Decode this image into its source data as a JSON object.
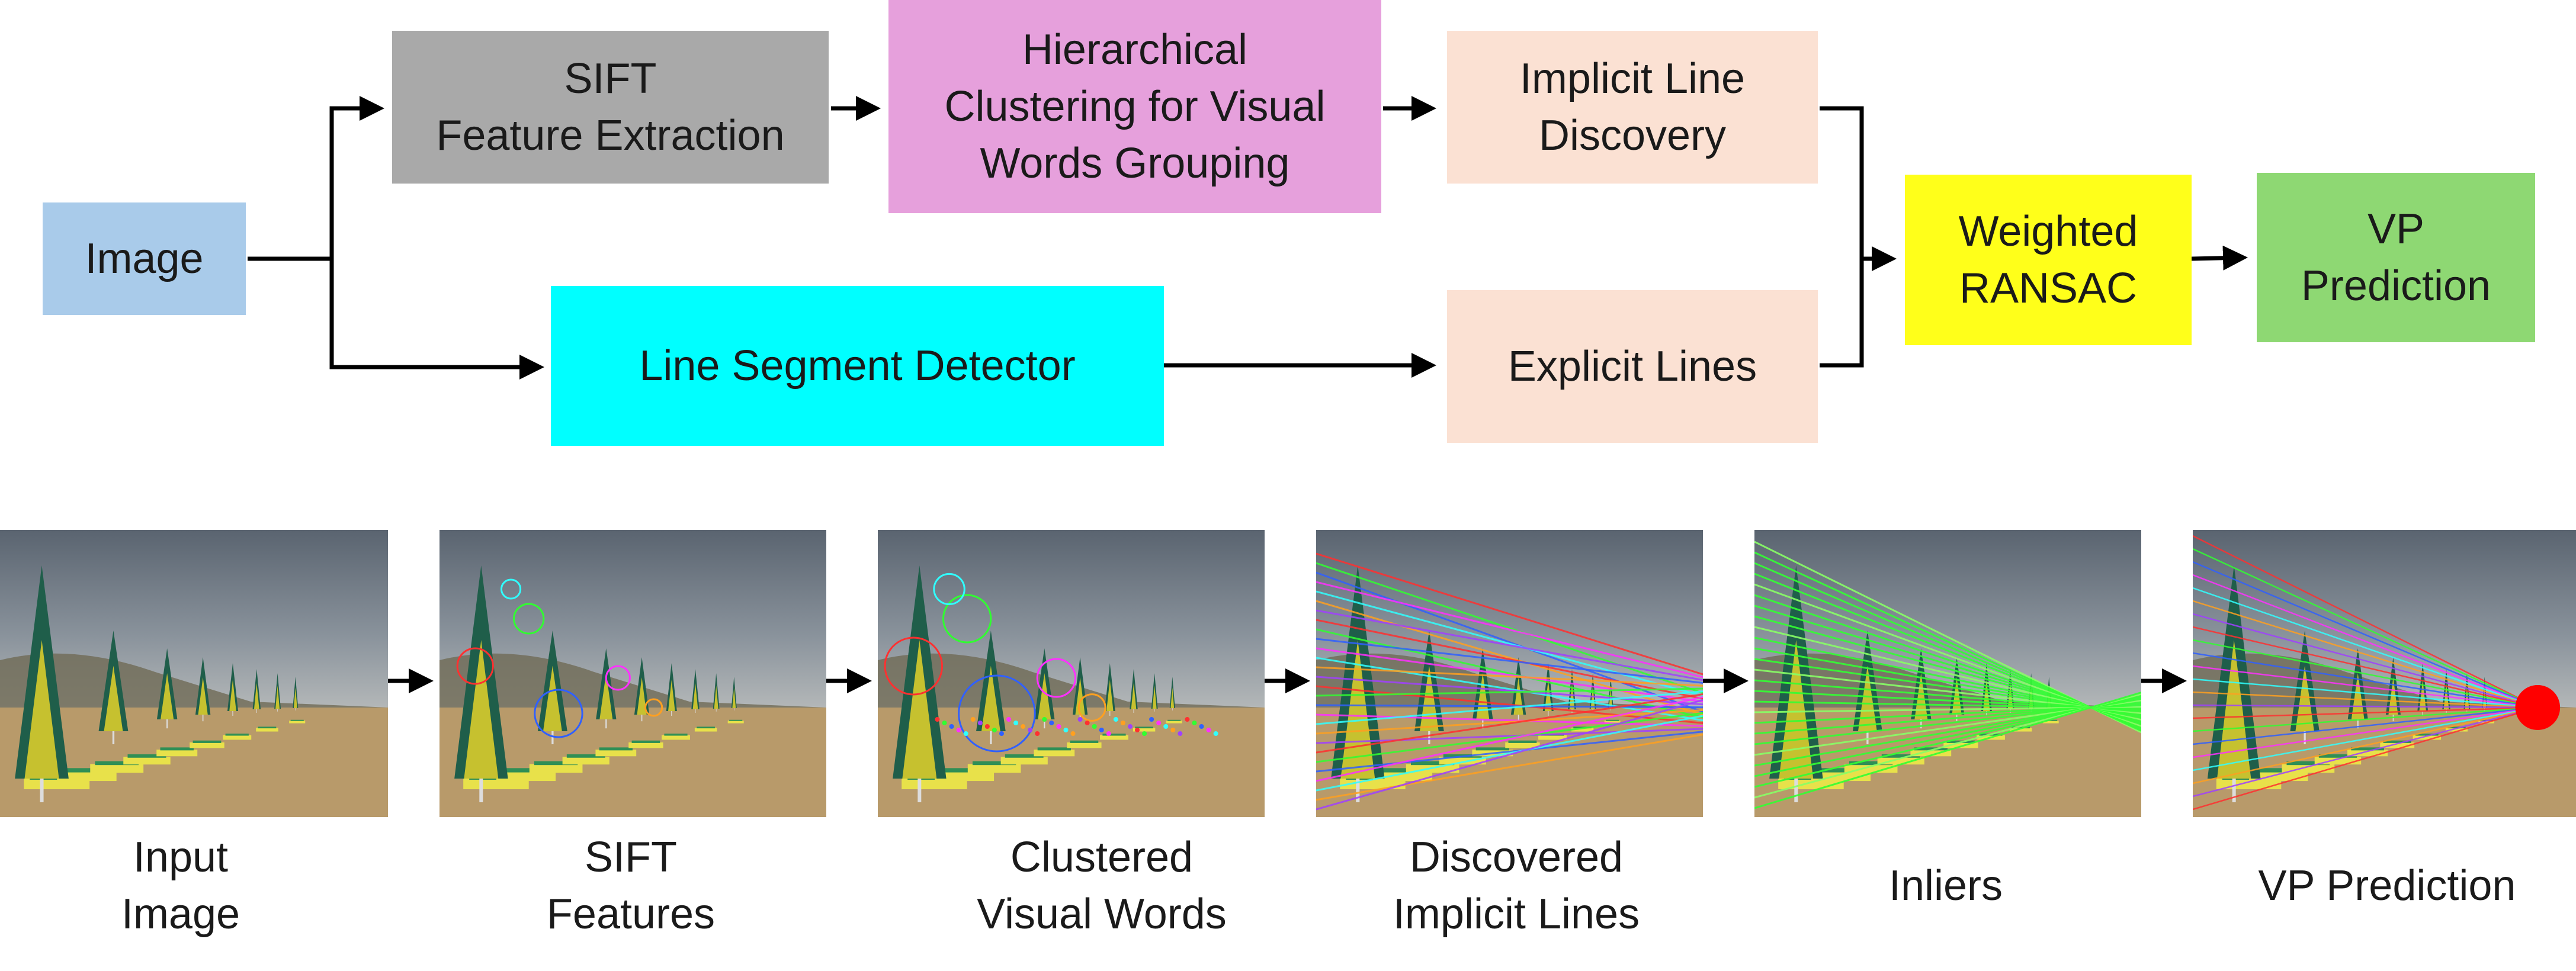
{
  "flowchart": {
    "nodes": {
      "image": {
        "label": "Image",
        "color": "#a9cbea"
      },
      "sift": {
        "label": "SIFT\nFeature Extraction",
        "color": "#a9a9a9"
      },
      "clustering": {
        "label": "Hierarchical\nClustering for Visual\nWords Grouping",
        "color": "#e6a0dc"
      },
      "implicit": {
        "label": "Implicit Line\nDiscovery",
        "color": "#fbe1d3"
      },
      "lsd": {
        "label": "Line Segment Detector",
        "color": "#00ffff"
      },
      "explicit": {
        "label": "Explicit Lines",
        "color": "#fbe1d3"
      },
      "ransac": {
        "label": "Weighted\nRANSAC",
        "color": "#ffff1a"
      },
      "vp": {
        "label": "VP\nPrediction",
        "color": "#8ed873"
      }
    }
  },
  "pipeline": {
    "captions": [
      "Input\nImage",
      "SIFT\nFeatures",
      "Clustered\nVisual Words",
      "Discovered\nImplicit Lines",
      "Inliers",
      "VP Prediction"
    ],
    "vp_marker_color": "#ff0000"
  }
}
